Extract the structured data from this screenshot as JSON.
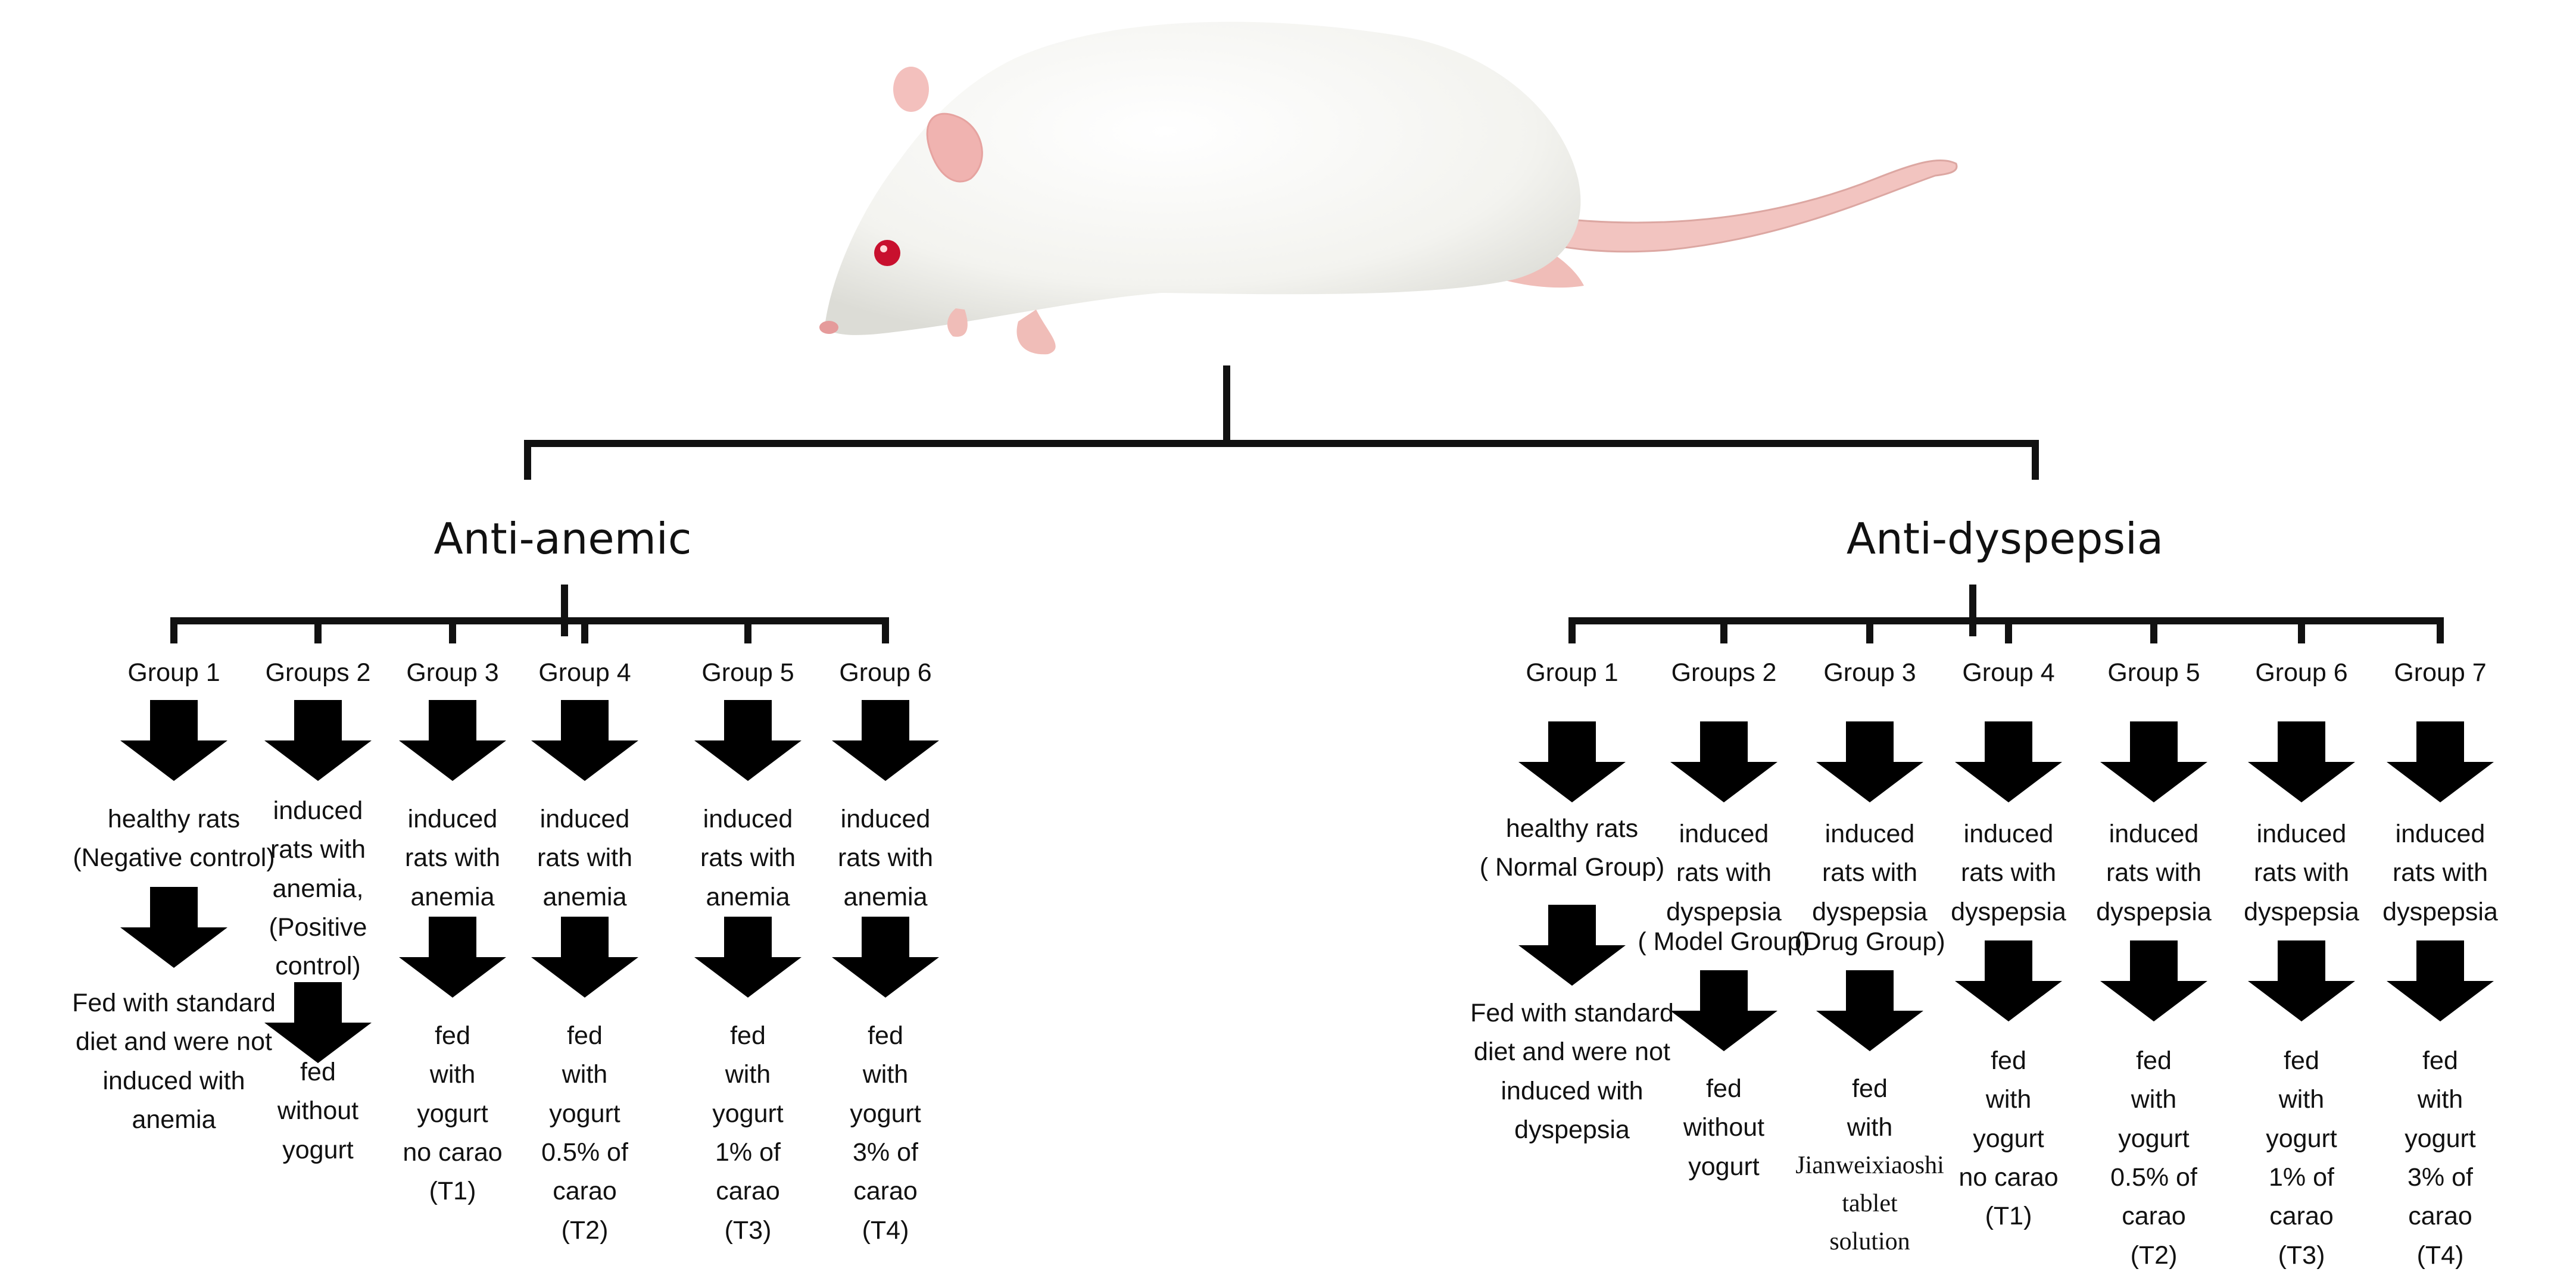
{
  "left_branch": {
    "title": "Anti-anemic",
    "groups": [
      {
        "label": "Group 1",
        "desc": [
          "healthy rats",
          "(Negative control)"
        ],
        "treatment": [
          "Fed with standard",
          "diet and were not",
          "induced with",
          "anemia"
        ]
      },
      {
        "label": "Groups 2",
        "desc": [
          "induced",
          "rats with",
          "anemia,",
          "(Positive",
          "control)"
        ],
        "treatment": [
          "fed",
          "without",
          "yogurt"
        ]
      },
      {
        "label": "Group 3",
        "desc": [
          "induced",
          "rats with",
          "anemia"
        ],
        "treatment": [
          "fed",
          "with",
          "yogurt",
          "no carao",
          "(T1)"
        ]
      },
      {
        "label": "Group 4",
        "desc": [
          "induced",
          "rats with",
          "anemia"
        ],
        "treatment": [
          "fed",
          "with",
          "yogurt",
          "0.5% of",
          "carao",
          "(T2)"
        ]
      },
      {
        "label": "Group 5",
        "desc": [
          "induced",
          "rats with",
          "anemia"
        ],
        "treatment": [
          "fed",
          "with",
          "yogurt",
          "1% of",
          "carao",
          "(T3)"
        ]
      },
      {
        "label": "Group 6",
        "desc": [
          "induced",
          "rats with",
          "anemia"
        ],
        "treatment": [
          "fed",
          "with",
          "yogurt",
          "3% of",
          "carao",
          "(T4)"
        ]
      }
    ]
  },
  "right_branch": {
    "title": "Anti-dyspepsia",
    "groups": [
      {
        "label": "Group 1",
        "desc": [
          "healthy rats",
          "( Normal Group)"
        ],
        "treatment": [
          "Fed with standard",
          "diet and were not",
          "induced with",
          "dyspepsia"
        ]
      },
      {
        "label": "Groups 2",
        "desc": [
          "induced",
          "rats with",
          "dyspepsia"
        ],
        "subgroup": "( Model Group)",
        "treatment": [
          "fed",
          "without",
          "yogurt"
        ]
      },
      {
        "label": "Group 3",
        "desc": [
          "induced",
          "rats with",
          "dyspepsia"
        ],
        "subgroup": "(Drug Group)",
        "treatment": [
          "fed",
          "with"
        ],
        "treatment_serif": [
          "Jianweixiaoshi",
          "tablet",
          "solution"
        ]
      },
      {
        "label": "Group 4",
        "desc": [
          "induced",
          "rats with",
          "dyspepsia"
        ],
        "treatment": [
          "fed",
          "with",
          "yogurt",
          "no carao",
          "(T1)"
        ]
      },
      {
        "label": "Group 5",
        "desc": [
          "induced",
          "rats with",
          "dyspepsia"
        ],
        "treatment": [
          "fed",
          "with",
          "yogurt",
          "0.5% of",
          "carao",
          "(T2)"
        ]
      },
      {
        "label": "Group 6",
        "desc": [
          "induced",
          "rats with",
          "dyspepsia"
        ],
        "treatment": [
          "fed",
          "with",
          "yogurt",
          "1% of",
          "carao",
          "(T3)"
        ]
      },
      {
        "label": "Group 7",
        "desc": [
          "induced",
          "rats with",
          "dyspepsia"
        ],
        "treatment": [
          "fed",
          "with",
          "yogurt",
          "3% of",
          "carao",
          "(T4)"
        ]
      }
    ]
  },
  "colors": {
    "line": "#111111",
    "arrow": "#000000",
    "rat_body": "#f4f4f1",
    "rat_pink": "#f2b8b8",
    "rat_eye": "#c8102e"
  }
}
